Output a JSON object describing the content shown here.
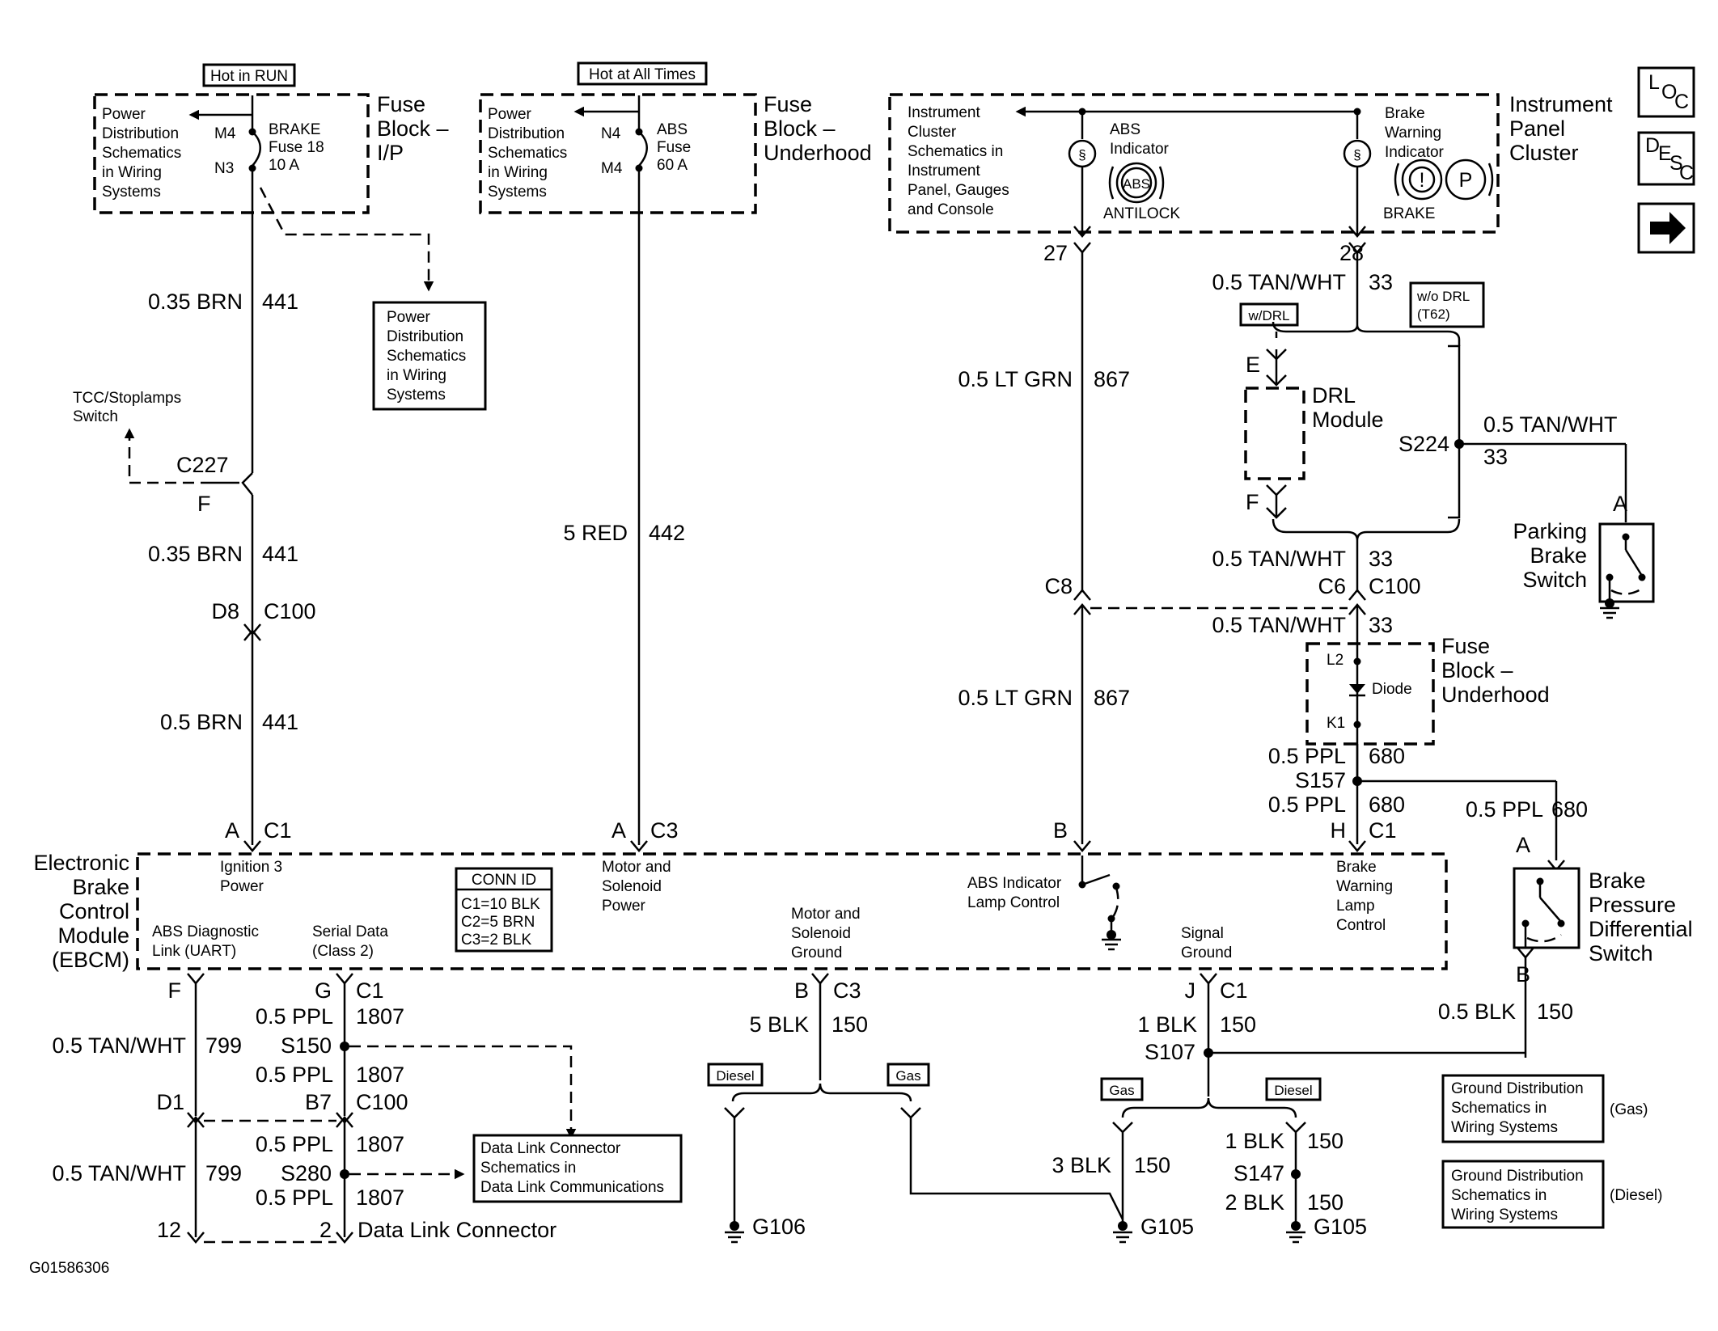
{
  "labels": {
    "hot_in_run": "Hot in RUN",
    "hot_all_times": "Hot at All Times",
    "fb_ip_name": "Fuse Block - I/P",
    "fb_uh_name": "Fuse Block - Underhood",
    "ipc_name": "Instrument Panel Cluster",
    "pds_1": "Power Distribution Schematics in Wiring Systems",
    "pds_2": "Power Distribution Schematics in Wiring Systems",
    "pds_3": "Power Distribution Schematics in Wiring Systems",
    "m4": "M4",
    "n3": "N3",
    "n4": "N4",
    "m4b": "M4",
    "brake_fuse": "BRAKE Fuse 18 10 A",
    "abs_fuse": "ABS Fuse 60 A",
    "ic_schem": "Instrument Cluster Schematics in Instrument Panel, Gauges and Console",
    "abs_indicator": "ABS Indicator",
    "abs_symbol": "ABS",
    "antilock": "ANTILOCK",
    "brake_warn_ind": "Brake Warning Indicator",
    "excl_symbol": "!",
    "p_symbol": "P",
    "brake": "BRAKE",
    "loc": "LOC",
    "desc": "DESC",
    "tcc_switch": "TCC/Stoplamps Switch",
    "c227": "C227",
    "f_c227": "F",
    "w_441_a": "0.35 BRN",
    "n_441_a": "441",
    "w_441_b": "0.35 BRN",
    "n_441_b": "441",
    "d8": "D8",
    "c100_a": "C100",
    "w_441_c": "0.5 BRN",
    "n_441_c": "441",
    "a_c1": "A",
    "c1_a": "C1",
    "w_442": "5 RED",
    "n_442": "442",
    "a_c3": "A",
    "c3_a": "C3",
    "p27": "27",
    "p28": "28",
    "w_867_a": "0.5 LT GRN",
    "n_867_a": "867",
    "w_867_b": "0.5 LT GRN",
    "n_867_b": "867",
    "c8": "C8",
    "w_33_a": "0.5 TAN/WHT",
    "n_33_a": "33",
    "w_drl": "w/DRL",
    "wo_drl": "w/o DRL (T62)",
    "e_pin": "E",
    "f_pin": "F",
    "drl_module": "DRL Module",
    "w_33_b": "0.5 TAN/WHT",
    "s224": "S224",
    "n_33_b": "33",
    "a_pbs": "A",
    "parking_brake": "Parking Brake Switch",
    "w_33_c": "0.5 TAN/WHT",
    "n_33_c": "33",
    "c6": "C6",
    "c100_b": "C100",
    "w_33_d": "0.5 TAN/WHT",
    "n_33_d": "33",
    "fb_uh2": "Fuse Block - Underhood",
    "l2": "L2",
    "diode": "Diode",
    "k1": "K1",
    "w_680_a": "0.5 PPL",
    "n_680_a": "680",
    "s157": "S157",
    "w_680_b": "0.5 PPL",
    "n_680_b": "680",
    "w_680_c": "0.5 PPL",
    "n_680_c": "680",
    "b_ebcm": "B",
    "h_pin": "H",
    "c1_b": "C1",
    "ebcm_name": "Electronic Brake Control Module (EBCM)",
    "ign3": "Ignition 3 Power",
    "abs_diag": "ABS Diagnostic Link (UART)",
    "serial_data": "Serial Data (Class 2)",
    "conn_id": "CONN ID",
    "conn_c1": "C1=10 BLK",
    "conn_c2": "C2=5 BRN",
    "conn_c3": "C3=2 BLK",
    "motor_power": "Motor and Solenoid Power",
    "motor_ground": "Motor and Solenoid Ground",
    "abs_lamp_ctrl": "ABS Indicator Lamp Control",
    "signal_ground": "Signal Ground",
    "brake_lamp_ctrl": "Brake Warning Lamp Control",
    "a_bpds": "A",
    "bpds": "Brake Pressure Differential Switch",
    "b_bpds": "B",
    "w_150_r": "0.5 BLK",
    "n_150_r": "150",
    "f_dl": "F",
    "g_dl": "G",
    "c1_c": "C1",
    "w_1807_a": "0.5 PPL",
    "n_1807_a": "1807",
    "w_799_a": "0.5 TAN/WHT",
    "n_799_a": "799",
    "s150": "S150",
    "w_1807_b": "0.5 PPL",
    "n_1807_b": "1807",
    "d1": "D1",
    "b7": "B7",
    "c100_c": "C100",
    "w_1807_c": "0.5 PPL",
    "n_1807_c": "1807",
    "w_799_b": "0.5 TAN/WHT",
    "n_799_b": "799",
    "s280": "S280",
    "w_1807_d": "0.5 PPL",
    "n_1807_d": "1807",
    "p12": "12",
    "p2": "2",
    "dlc": "Data Link Connector",
    "dlc_schem": "Data Link Connector Schematics in Data Link Communications",
    "b_c3": "B",
    "c3_b": "C3",
    "w_150_m": "5 BLK",
    "n_150_m": "150",
    "diesel_1": "Diesel",
    "gas_1": "Gas",
    "g106": "G106",
    "j_pin": "J",
    "c1_d": "C1",
    "w_150_s": "1 BLK",
    "n_150_s": "150",
    "s107": "S107",
    "gas_2": "Gas",
    "diesel_2": "Diesel",
    "w_150_g": "3 BLK",
    "n_150_g": "150",
    "w_150_d1": "1 BLK",
    "n_150_d1": "150",
    "s147": "S147",
    "w_150_d2": "2 BLK",
    "n_150_d2": "150",
    "g105_a": "G105",
    "g105_b": "G105",
    "gds_gas": "Ground Distribution Schematics in Wiring Systems",
    "gds_diesel": "Ground Distribution Schematics in Wiring Systems",
    "gas_paren": "(Gas)",
    "diesel_paren": "(Diesel)",
    "fig_id": "G01586306"
  }
}
